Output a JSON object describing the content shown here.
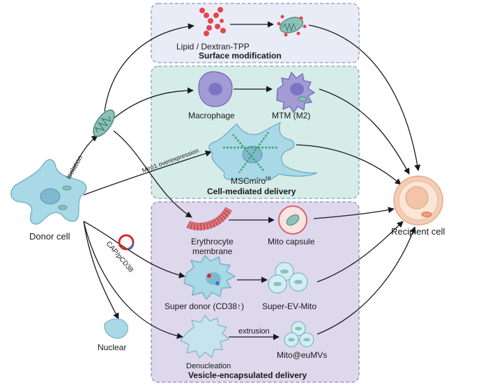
{
  "panels": {
    "surface": {
      "title": "Surface modification",
      "fill": "#e9ecf7",
      "stroke": "#8c93c4"
    },
    "cell": {
      "title": "Cell-mediated delivery",
      "fill": "#d6ece9",
      "stroke": "#7aa6b6"
    },
    "vesicle": {
      "title": "Vesicle-encapsulated delivery",
      "fill": "#ddd8ec",
      "stroke": "#8f86b8"
    }
  },
  "nodes": {
    "donor": "Donor cell",
    "recipient": "Recipient cell",
    "nuclear": "Nuclear",
    "lipid": "Lipid / Dextran-TPP",
    "macrophage": "Macrophage",
    "mtm": "MTM (M2)",
    "msc": "MSCmiro",
    "msc_sup": "Hi",
    "ery1": "Erythrocyte",
    "ery2": "membrane",
    "capsule": "Mito capsule",
    "superdonor": "Super donor (CD38↑)",
    "superev": "Super-EV-Mito",
    "denucleation": "Denucleation",
    "mitoeu": "Mito@euMVs"
  },
  "edge_labels": {
    "isolation": "Isolation",
    "miro1": "Miro1 overexpression",
    "cap": "CAP/pCD38",
    "extrusion": "extrusion"
  },
  "colors": {
    "mito": "#8bc1b8",
    "lipid": "#e8434e",
    "macrophage": "#a39bd6",
    "msc": "#9fd2e3",
    "erythro": "#e0767c",
    "recipient": "#f6cdb4",
    "arrow": "#1a1a1a",
    "miro": "#3fa56b"
  }
}
